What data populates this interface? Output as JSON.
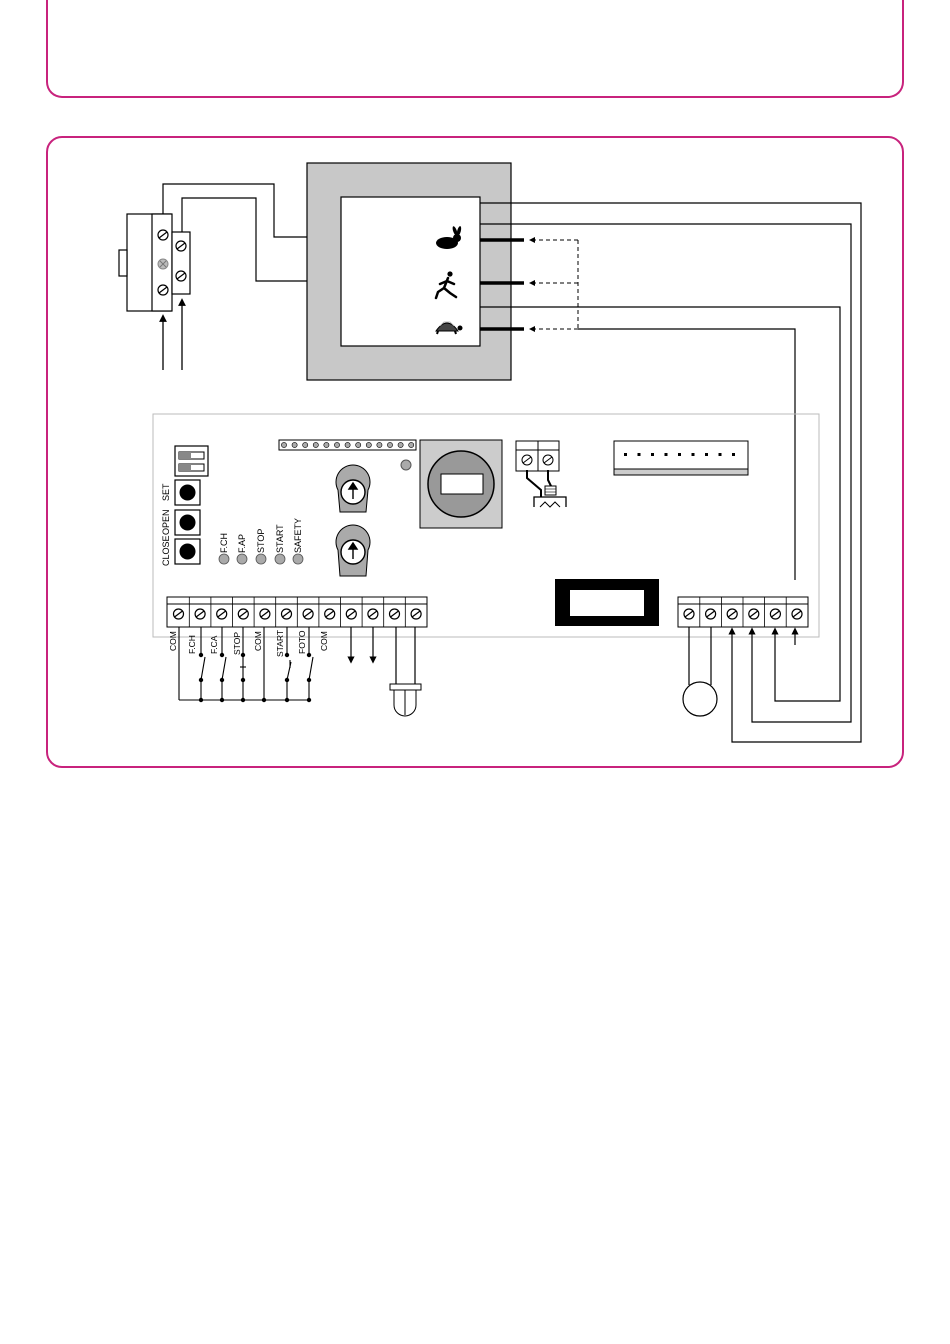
{
  "colors": {
    "frame": "#c8237d",
    "transformer_fill": "#c8c8c8",
    "line": "#000000",
    "board_outline": "#bbbbbb",
    "led": "#aaaaaa"
  },
  "icons": [
    "rabbit-icon",
    "runner-icon",
    "tortoise-icon",
    "trimmer-arrow-icon",
    "fuse-icon",
    "antenna-icon",
    "motor-icon"
  ],
  "buttons": [
    {
      "label": "SET"
    },
    {
      "label": "OPEN"
    },
    {
      "label": "CLOSE"
    }
  ],
  "leds": [
    {
      "label": "F.CH"
    },
    {
      "label": "F.AP"
    },
    {
      "label": "STOP"
    },
    {
      "label": "START"
    },
    {
      "label": "SAFETY"
    }
  ],
  "terminals": [
    {
      "label": "COM"
    },
    {
      "label": "F.CH"
    },
    {
      "label": "F.CA"
    },
    {
      "label": "STOP"
    },
    {
      "label": "COM"
    },
    {
      "label": "START"
    },
    {
      "label": "FOTO"
    },
    {
      "label": "COM"
    }
  ]
}
